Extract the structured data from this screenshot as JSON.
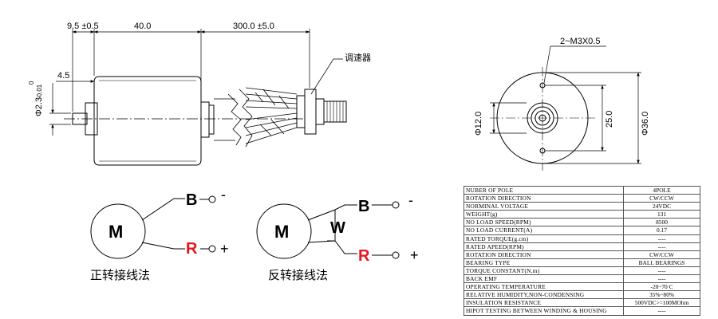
{
  "dimensions": {
    "top_small": "9.5 ±0.5",
    "top_body": "40.0",
    "top_wire": "300.0 ±5.0",
    "left_shaft_len": "4.5",
    "shaft_dia": "Φ2.3",
    "shaft_tol_top": "0",
    "shaft_tol_bottom": "-0.01",
    "front_holes": "2~M3X0.5",
    "front_boss": "Φ12.0",
    "front_pcd": "25.0",
    "front_outer": "Φ36.0"
  },
  "labels": {
    "speed_controller": "调速器"
  },
  "wiring": {
    "forward": {
      "motor": "M",
      "b": "B",
      "b_sign": "-",
      "r": "R",
      "r_sign": "+",
      "caption": "正转接线法"
    },
    "reverse": {
      "motor": "M",
      "w": "W",
      "b": "B",
      "b_sign": "-",
      "r": "R",
      "r_sign": "+",
      "caption": "反转接线法"
    }
  },
  "colors": {
    "line": "#000000",
    "r_label": "#e8141b",
    "table_border": "#555555"
  },
  "spec_table": [
    [
      "NUBER OF POLE",
      "4POLE"
    ],
    [
      "ROTATION DIRECTION",
      "CW/CCW"
    ],
    [
      "NORMINAL VOLTAGE",
      "24VDC"
    ],
    [
      "WEIGHT(g)",
      "131"
    ],
    [
      "NO LOAD SPEED(RPM)",
      "8500"
    ],
    [
      "NO LOAD CURRENT(A)",
      "0.17"
    ],
    [
      "RATED TORQUE(g.cm)",
      "----"
    ],
    [
      "RATED APEED(RPM)",
      "----"
    ],
    [
      "ROTATION DIRECTION",
      "CW/CCW"
    ],
    [
      "BEARING TYPE",
      "BALL BEARINGS"
    ],
    [
      "TORQUE CONSTANT(N.m)",
      "----"
    ],
    [
      "BACK EMF",
      "----"
    ],
    [
      "OPERATING TEMPERATURE",
      "-20~70 C"
    ],
    [
      "RELATIVE HUMIDITY,NON-CONDENSING",
      "35%~80%"
    ],
    [
      "INSULATION RESISTANCE",
      "500VDC>=100MOhm"
    ],
    [
      "HIPOT TESTING BETWEEN WINDING & HOUSING",
      "----"
    ]
  ]
}
